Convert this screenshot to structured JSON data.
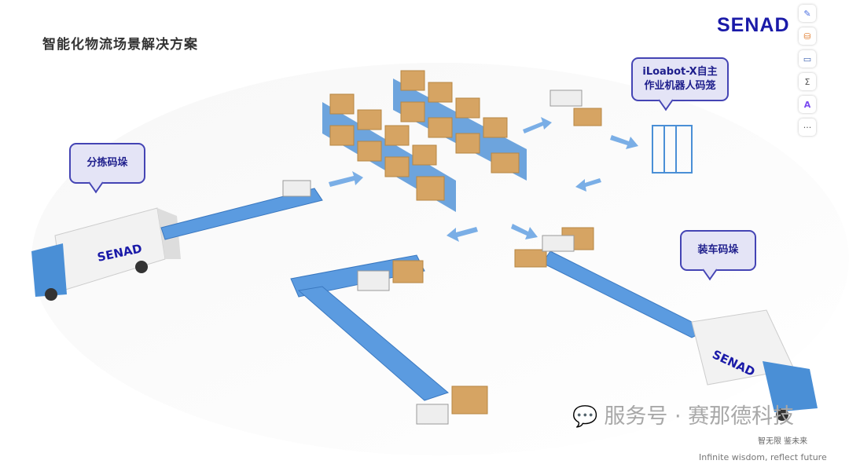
{
  "title": "智能化物流场景解决方案",
  "logo": "SENAD",
  "truck_brand": "SENAD",
  "toolbar": [
    {
      "icon": "brush-icon",
      "glyph": "✎"
    },
    {
      "icon": "paint-bucket-icon",
      "glyph": "⛁"
    },
    {
      "icon": "screen-icon",
      "glyph": "▭"
    },
    {
      "icon": "formula-icon",
      "glyph": "Σ"
    },
    {
      "icon": "ai-icon",
      "glyph": "A"
    },
    {
      "icon": "more-icon",
      "glyph": "···"
    }
  ],
  "bubbles": {
    "sorting": "分拣码垛",
    "robot_line1": "iLoabot-X自主",
    "robot_line2": "作业机器人码笼",
    "loading": "装车码垛"
  },
  "watermark": "服务号 · 赛那德科技",
  "slogan_cn": "智无限 鉴未来",
  "slogan_en": "Infinite wisdom, reflect future"
}
